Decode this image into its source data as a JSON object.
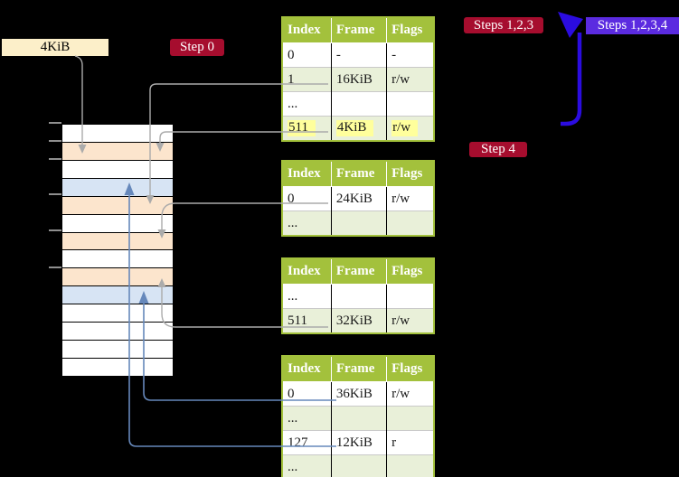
{
  "labels": {
    "frame_size": "4KiB",
    "step0": "Step 0",
    "steps_123": "Steps 1,2,3",
    "steps_1234": "Steps 1,2,3,4",
    "step4": "Step 4"
  },
  "page_tables": [
    {
      "headers": [
        "Index",
        "Frame",
        "Flags"
      ],
      "rows": [
        {
          "index": "0",
          "frame": "-",
          "flags": "-"
        },
        {
          "index": "1",
          "frame": "16KiB",
          "flags": "r/w"
        },
        {
          "index": "...",
          "frame": "",
          "flags": ""
        },
        {
          "index": "511",
          "frame": "4KiB",
          "flags": "r/w"
        }
      ],
      "highlighted_row": "511"
    },
    {
      "headers": [
        "Index",
        "Frame",
        "Flags"
      ],
      "rows": [
        {
          "index": "0",
          "frame": "24KiB",
          "flags": "r/w"
        },
        {
          "index": "...",
          "frame": "",
          "flags": ""
        }
      ]
    },
    {
      "headers": [
        "Index",
        "Frame",
        "Flags"
      ],
      "rows": [
        {
          "index": "...",
          "frame": "",
          "flags": ""
        },
        {
          "index": "511",
          "frame": "32KiB",
          "flags": "r/w"
        }
      ]
    },
    {
      "headers": [
        "Index",
        "Frame",
        "Flags"
      ],
      "rows": [
        {
          "index": "0",
          "frame": "36KiB",
          "flags": "r/w"
        },
        {
          "index": "...",
          "frame": "",
          "flags": ""
        },
        {
          "index": "127",
          "frame": "12KiB",
          "flags": "r"
        },
        {
          "index": "...",
          "frame": "",
          "flags": ""
        }
      ]
    }
  ],
  "memory": {
    "rows": [
      "free",
      "frame",
      "free",
      "mapped",
      "frame",
      "free",
      "frame",
      "free",
      "frame",
      "mapped",
      "free",
      "free",
      "free",
      "free"
    ]
  },
  "colors": {
    "background": "#000000",
    "table_header_green": "#a3c13c",
    "table_shade_green": "#e9f0d9",
    "memory_frame_peach": "#fce5cd",
    "memory_mapped_blue": "#d7e4f4",
    "highlight_yellow": "#ffff9c",
    "label_cream": "#fcefc9",
    "step_label_red": "#a60d2e",
    "steps_label_blue": "#5b2be0",
    "big_arrow_blue": "#2b0ce0",
    "pointer_steel_blue": "#6688bb",
    "connector_gray": "#ababab"
  }
}
